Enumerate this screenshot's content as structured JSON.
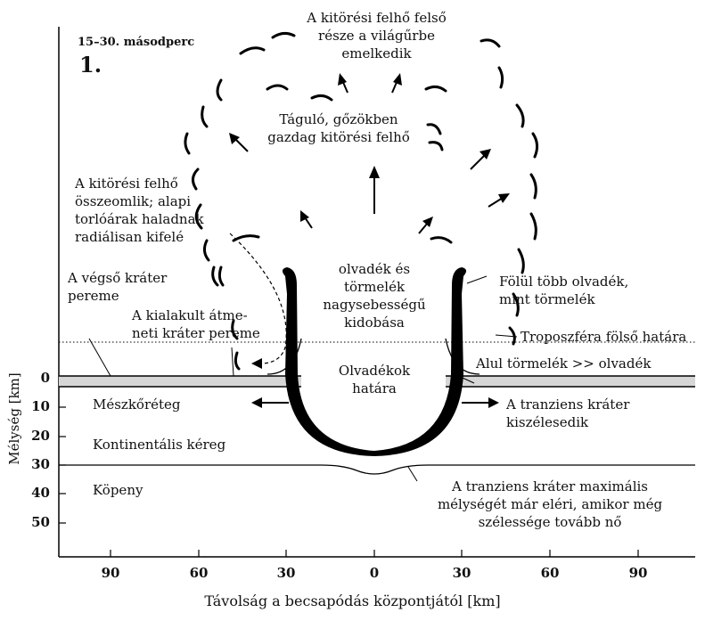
{
  "header": {
    "time": "15–30. másodperc",
    "phase": "1."
  },
  "labels": {
    "top_cloud": "A kitörési felhő felső\nrésze a világűrbe\nemelkedik",
    "expanding_cloud": "Táguló, gőzökben\ngazdag kitörési felhő",
    "collapse": "A kitörési felhő\nösszeomlik; alapi\ntorlóárak haladnak\nradiálisan kifelé",
    "final_rim": "A végső kráter\npereme",
    "transient_rim": "A kialakult átme-\nneti kráter pereme",
    "ejection": "olvadék  és\ntörmelék\nnagysebességű\nkidobása",
    "more_melt": "Fölül több olvadék,\nmint törmelék",
    "tropopause": "Troposzféra fölső határa",
    "below_debris": "Alul törmelék >> olvadék",
    "melt_boundary": "Olvadékok\nhatára",
    "limestone": "Mészkőréteg",
    "widens": "A tranziens kráter\nkiszélesedik",
    "crust": "Kontinentális kéreg",
    "mantle": "Köpeny",
    "max_depth": "A tranziens kráter maximális\nmélységét már eléri, amikor még\nszélessége tovább nő"
  },
  "axes": {
    "ylabel": "Mélység [km]",
    "xlabel": "Távolság a becsapódás központjától [km]",
    "yticks": [
      "0",
      "10",
      "20",
      "30",
      "40",
      "50"
    ],
    "xticks": [
      "90",
      "60",
      "30",
      "0",
      "30",
      "60",
      "90"
    ]
  }
}
